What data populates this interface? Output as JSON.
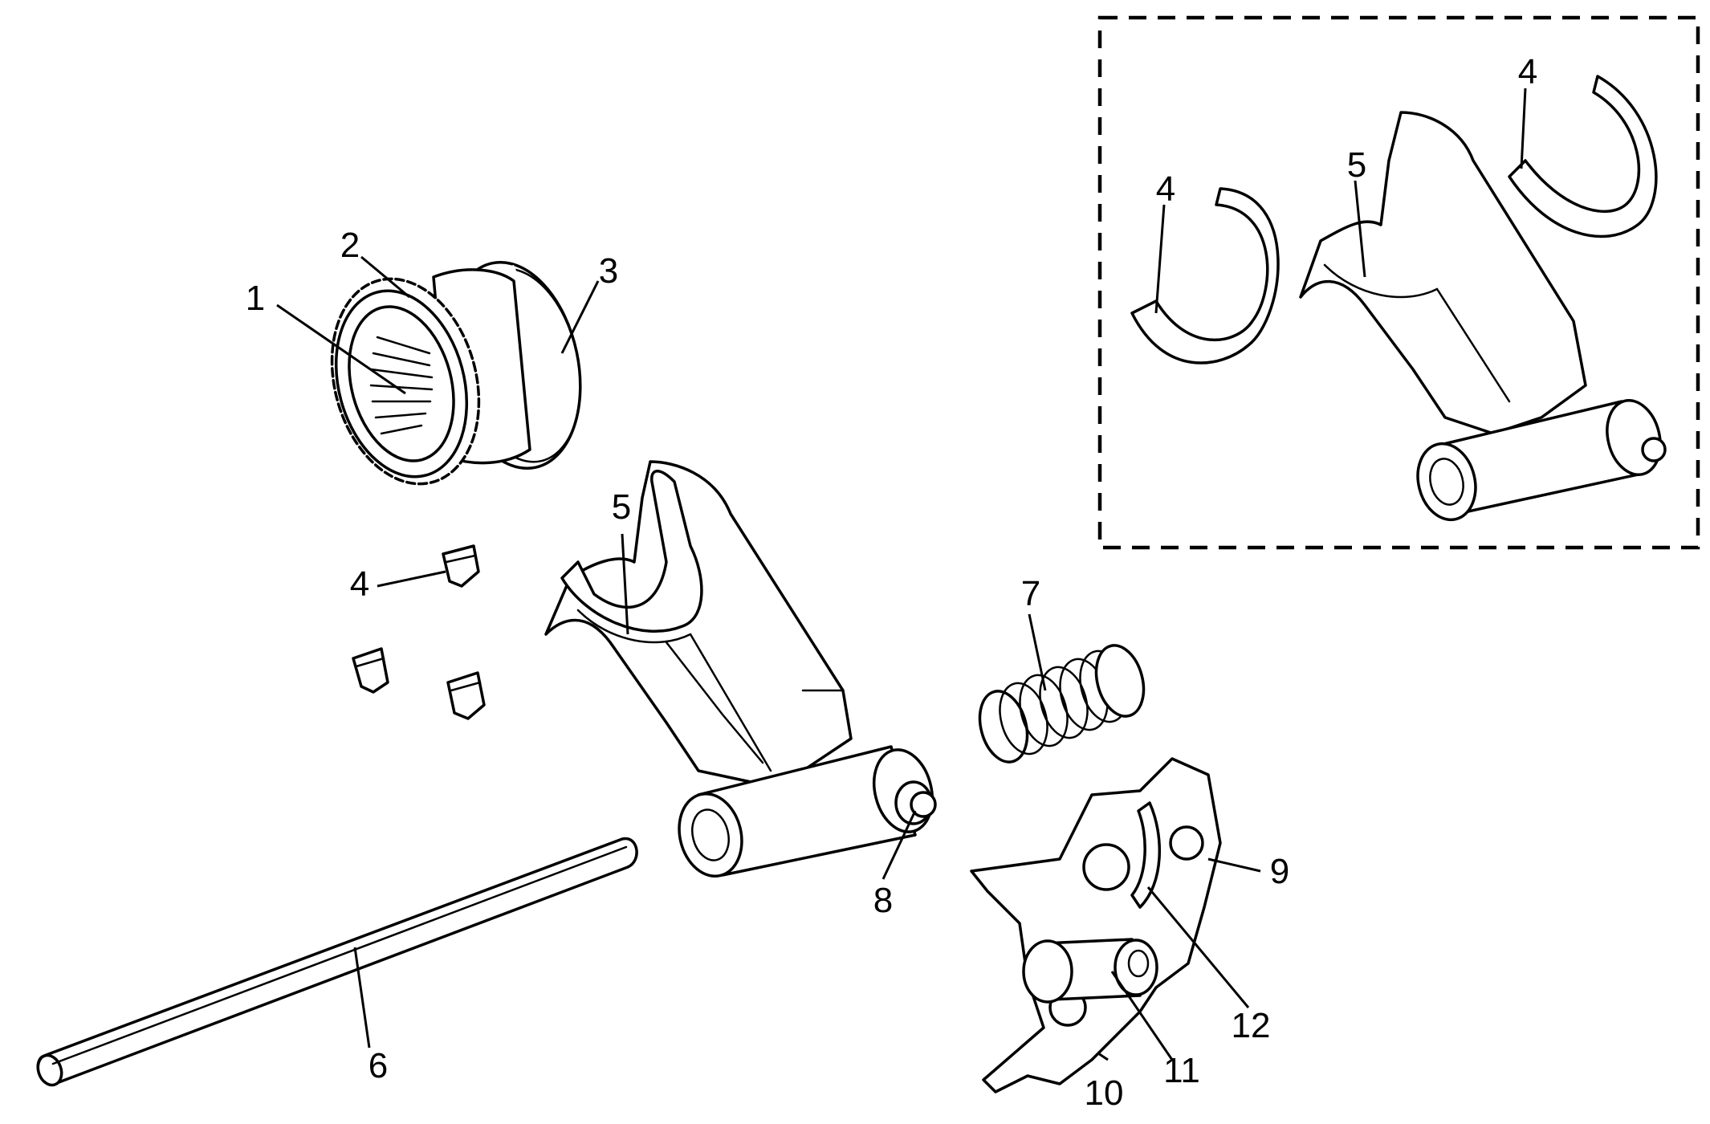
{
  "diagram": {
    "main_callouts": {
      "c1": "1",
      "c2": "2",
      "c3": "3",
      "c4": "4",
      "c5": "5",
      "c6": "6",
      "c7": "7",
      "c8": "8",
      "c9": "9",
      "c10": "10",
      "c11": "11",
      "c12": "12"
    },
    "inset_callouts": {
      "c4_left": "4",
      "c4_right": "4",
      "c5": "5"
    },
    "colors": {
      "line": "#000000",
      "background": "#ffffff"
    }
  }
}
